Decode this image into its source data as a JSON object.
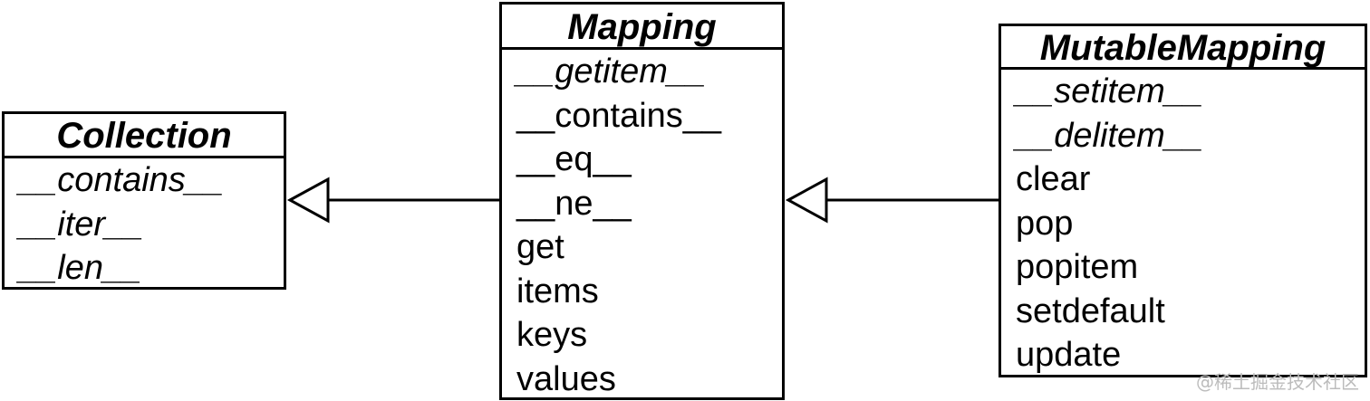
{
  "classes": {
    "collection": {
      "name": "Collection",
      "methods": [
        {
          "label": "__contains__",
          "abstract": true
        },
        {
          "label": "__iter__",
          "abstract": true
        },
        {
          "label": "__len__",
          "abstract": true
        }
      ]
    },
    "mapping": {
      "name": "Mapping",
      "methods": [
        {
          "label": "__getitem__",
          "abstract": true
        },
        {
          "label": "__contains__",
          "abstract": false
        },
        {
          "label": "__eq__",
          "abstract": false
        },
        {
          "label": "__ne__",
          "abstract": false
        },
        {
          "label": "get",
          "abstract": false
        },
        {
          "label": "items",
          "abstract": false
        },
        {
          "label": "keys",
          "abstract": false
        },
        {
          "label": "values",
          "abstract": false
        }
      ]
    },
    "mutable_mapping": {
      "name": "MutableMapping",
      "methods": [
        {
          "label": "__setitem__",
          "abstract": true
        },
        {
          "label": "__delitem__",
          "abstract": true
        },
        {
          "label": "clear",
          "abstract": false
        },
        {
          "label": "pop",
          "abstract": false
        },
        {
          "label": "popitem",
          "abstract": false
        },
        {
          "label": "setdefault",
          "abstract": false
        },
        {
          "label": "update",
          "abstract": false
        }
      ]
    }
  },
  "relations": [
    {
      "from": "Mapping",
      "to": "Collection",
      "type": "inheritance"
    },
    {
      "from": "MutableMapping",
      "to": "Mapping",
      "type": "inheritance"
    }
  ],
  "watermark": "@稀土掘金技术社区"
}
